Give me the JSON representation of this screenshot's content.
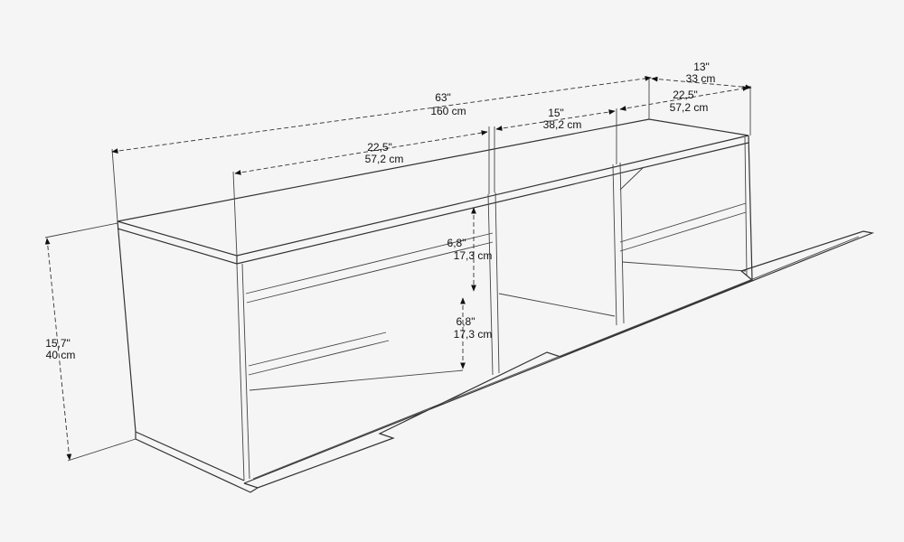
{
  "dimensions": {
    "total_width": {
      "in": "63\"",
      "cm": "160 cm"
    },
    "depth": {
      "in": "13\"",
      "cm": "33 cm"
    },
    "right_compartment": {
      "in": "22,5\"",
      "cm": "57,2 cm"
    },
    "middle_compartment": {
      "in": "15\"",
      "cm": "38,2 cm"
    },
    "left_compartment": {
      "in": "22,5\"",
      "cm": "57,2 cm"
    },
    "upper_shelf_height": {
      "in": "6,8\"",
      "cm": "17,3 cm"
    },
    "lower_shelf_height": {
      "in": "6,8\"",
      "cm": "17,3 cm"
    },
    "height": {
      "in": "15,7\"",
      "cm": "40 cm"
    }
  }
}
